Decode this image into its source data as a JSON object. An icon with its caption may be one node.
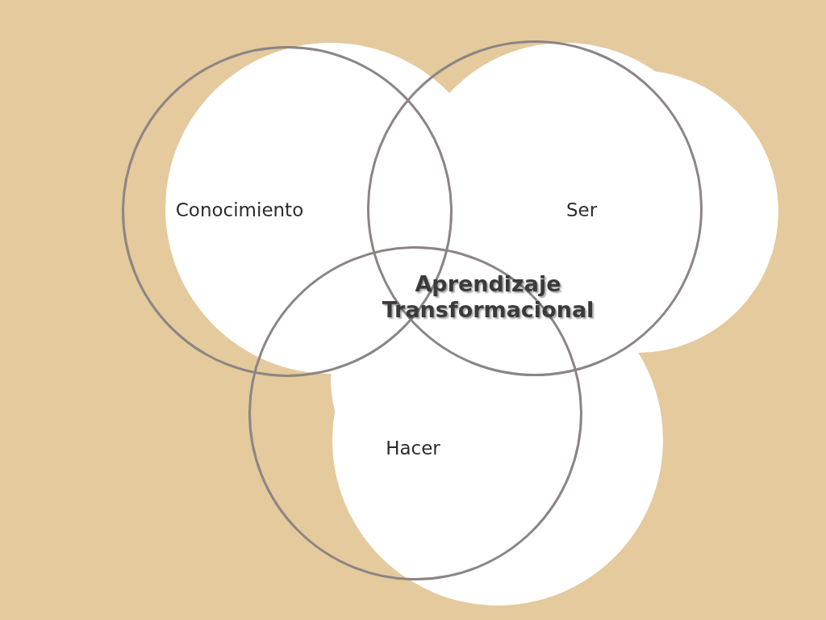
{
  "diagram": {
    "nodes": [
      {
        "text": [
          "Conocimiento"
        ]
      },
      {
        "text": [
          "Ser"
        ]
      },
      {
        "text": [
          "Hacer"
        ]
      }
    ],
    "labels": [
      "Aprendizaje Transformacional"
    ]
  }
}
